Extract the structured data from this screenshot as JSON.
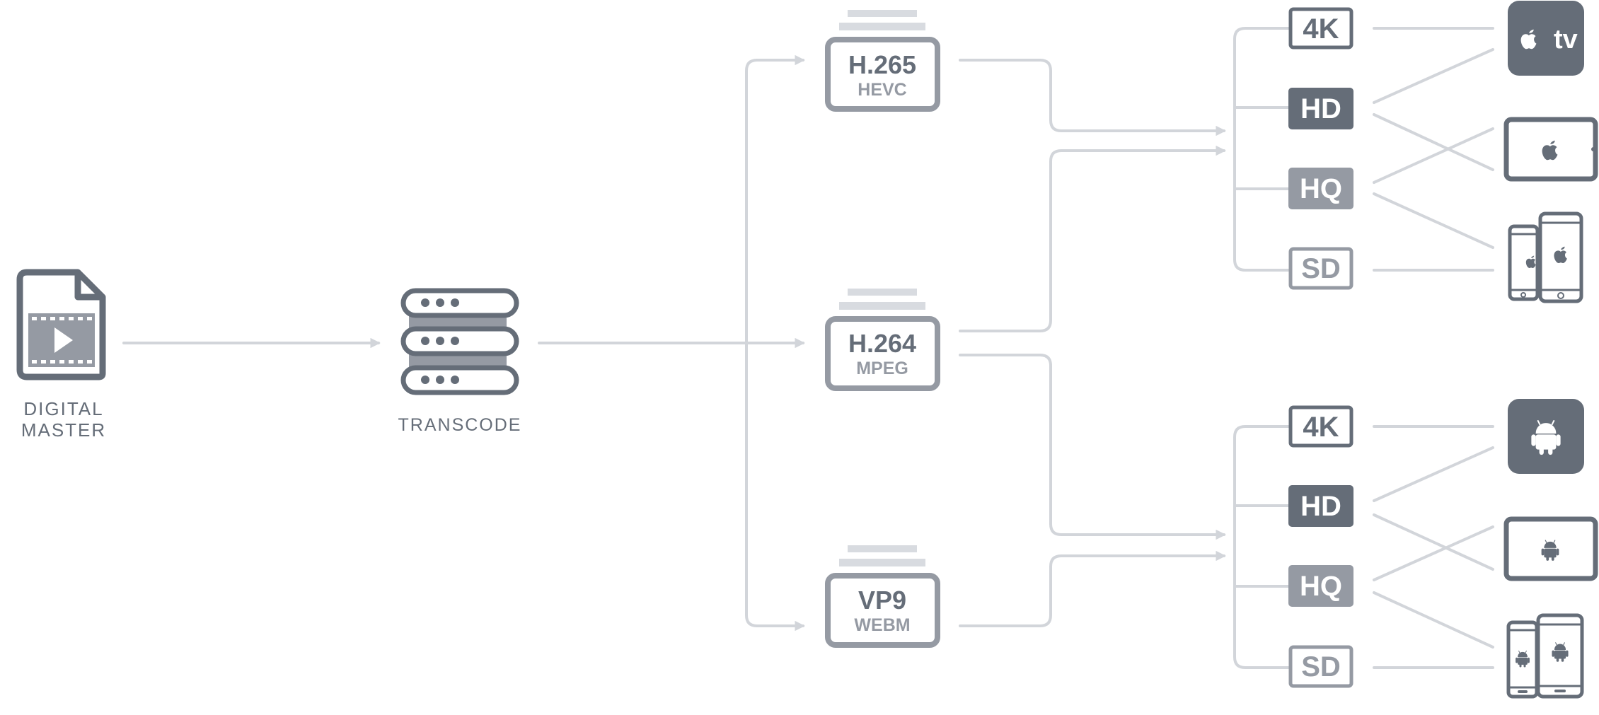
{
  "colors": {
    "line": "#d2d5da",
    "dark": "#656d78",
    "mid": "#959aa3",
    "box_fill": "#ffffff",
    "stack_light": "#d8dbe0"
  },
  "source": {
    "label_line1": "DIGITAL",
    "label_line2": "MASTER",
    "icon": "video-file-icon"
  },
  "transcode": {
    "label": "TRANSCODE",
    "icon": "server-stack-icon"
  },
  "codecs": [
    {
      "main": "H.265",
      "sub": "HEVC"
    },
    {
      "main": "H.264",
      "sub": "MPEG"
    },
    {
      "main": "VP9",
      "sub": "WEBM"
    }
  ],
  "apple_group": {
    "qualities": [
      "4K",
      "HD",
      "HQ",
      "SD"
    ],
    "devices": [
      "apple-tv-icon",
      "ipad-icon",
      "iphones-icon"
    ],
    "tv_text": "tv"
  },
  "android_group": {
    "qualities": [
      "4K",
      "HD",
      "HQ",
      "SD"
    ],
    "devices": [
      "android-tv-icon",
      "android-tablet-icon",
      "android-phones-icon"
    ]
  }
}
